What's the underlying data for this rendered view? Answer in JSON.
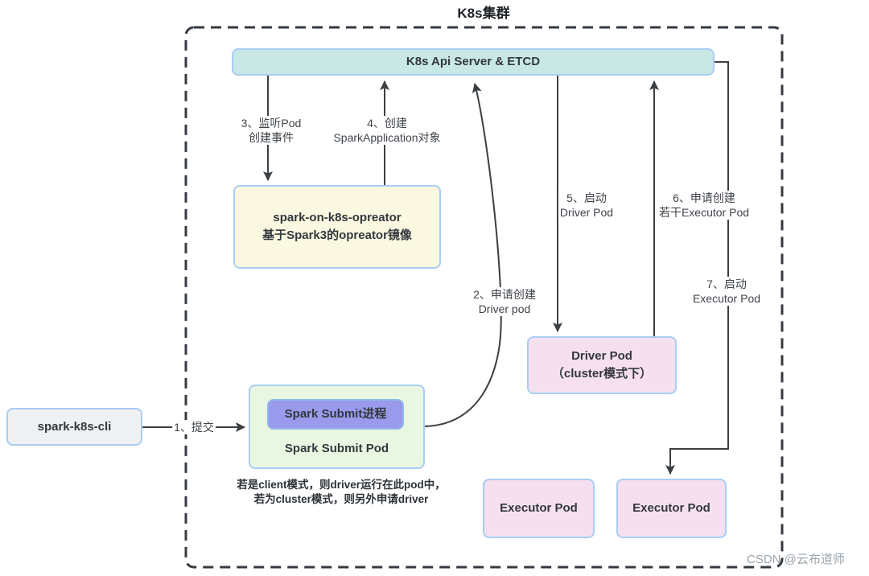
{
  "title": "K8s集群",
  "cluster": {
    "api_server": "K8s Api Server & ETCD",
    "operator": {
      "line1": "spark-on-k8s-opreator",
      "line2": "基于Spark3的opreator镜像"
    },
    "driver_pod": {
      "line1": "Driver Pod",
      "line2": "（cluster模式下）"
    },
    "spark_submit_pod": {
      "process": "Spark Submit进程",
      "label": "Spark Submit Pod"
    },
    "executor_pod_left": "Executor Pod",
    "executor_pod_right": "Executor Pod",
    "note": {
      "line1": "若是client模式，则driver运行在此pod中，",
      "line2": "若为cluster模式，则另外申请driver"
    }
  },
  "external": {
    "cli": "spark-k8s-cli"
  },
  "arrows": {
    "step1": {
      "line1": "1、提交"
    },
    "step2": {
      "line1": "2、申请创建",
      "line2": "Driver pod"
    },
    "step3": {
      "line1": "3、监听Pod",
      "line2": "创建事件"
    },
    "step4": {
      "line1": "4、创建",
      "line2": "SparkApplication对象"
    },
    "step5": {
      "line1": "5、启动",
      "line2": "Driver Pod"
    },
    "step6": {
      "line1": "6、申请创建",
      "line2": "若干Executor Pod"
    },
    "step7": {
      "line1": "7、启动",
      "line2": "Executor Pod"
    }
  },
  "watermark": "CSDN @云布道师",
  "colors": {
    "api_server_fill": "#c8e8e6",
    "operator_fill": "#fbf8e1",
    "pod_pink_fill": "#f6e0ef",
    "submit_pod_fill": "#e9f6e1",
    "submit_process_fill": "#9a9aec",
    "cli_fill": "#eff0f2",
    "box_border": "#a9cdf2",
    "arrow_stroke": "#3a3f44",
    "cluster_border": "#343a40",
    "watermark_gray": "#9ba4ab"
  }
}
